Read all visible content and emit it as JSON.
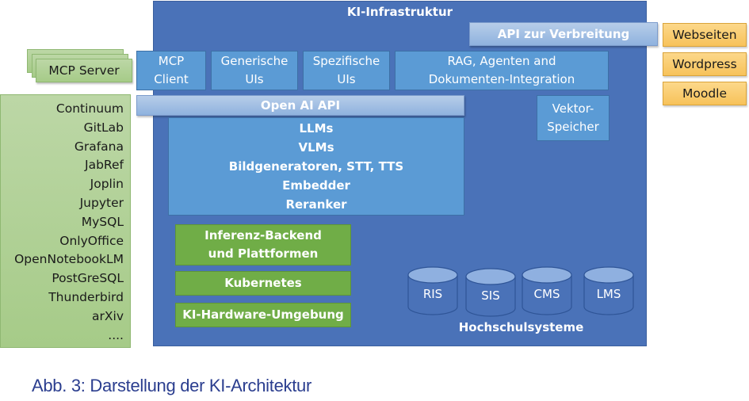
{
  "infrastructure": {
    "title": "KI-Infrastruktur",
    "api_distribution": "API zur Verbreitung",
    "top_row": [
      {
        "line1": "MCP",
        "line2": "Client"
      },
      {
        "line1": "Generische",
        "line2": "UIs"
      },
      {
        "line1": "Spezifische",
        "line2": "UIs"
      },
      {
        "line1": "RAG, Agenten and",
        "line2": "Dokumenten-Integration"
      }
    ],
    "openai_api": "Open AI API",
    "vector_store": {
      "line1": "Vektor-",
      "line2": "Speicher"
    },
    "models": [
      "LLMs",
      "VLMs",
      "Bildgeneratoren, STT, TTS",
      "Embedder",
      "Reranker"
    ],
    "stack": {
      "inference": {
        "line1": "Inferenz-Backend",
        "line2": "und Plattformen"
      },
      "kubernetes": "Kubernetes",
      "hardware": "KI-Hardware-Umgebung"
    },
    "university_systems": {
      "title": "Hochschulsysteme",
      "databases": [
        "RIS",
        "SIS",
        "CMS",
        "LMS"
      ]
    }
  },
  "mcp_server": "MCP Server",
  "tools": [
    "Continuum",
    "GitLab",
    "Grafana",
    "JabRef",
    "Joplin",
    "Jupyter",
    "MySQL",
    "OnlyOffice",
    "OpenNotebookLM",
    "PostGreSQL",
    "Thunderbird",
    "arXiv",
    "...."
  ],
  "outputs": [
    "Webseiten",
    "Wordpress",
    "Moodle"
  ],
  "caption": "Abb. 3: Darstellung der KI-Architektur"
}
